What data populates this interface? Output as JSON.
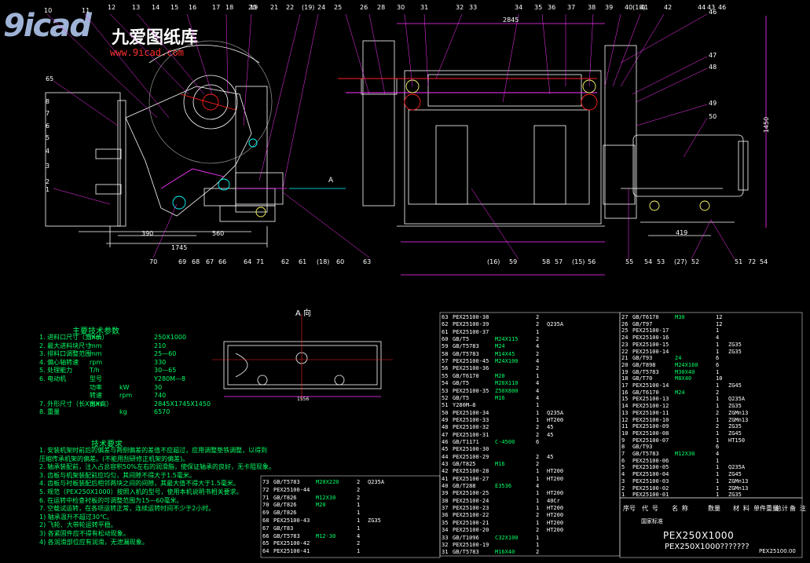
{
  "watermark": {
    "logo": "9icad",
    "site_cn": "九爱图纸库",
    "url": "www.9icad.com"
  },
  "callouts_top": [
    "10",
    "11",
    "12",
    "13",
    "14",
    "15",
    "16",
    "17",
    "18",
    "19",
    "20",
    "21",
    "22",
    "(19)",
    "24",
    "25",
    "26",
    "28",
    "30",
    "31",
    "32",
    "33",
    "34",
    "35",
    "36",
    "37",
    "38",
    "39",
    "40(18)",
    "41",
    "42",
    "43",
    "44",
    "46"
  ],
  "callouts_left": [
    "65",
    "8",
    "7",
    "6",
    "5",
    "4",
    "3",
    "2",
    "1"
  ],
  "callouts_bottom": [
    "70",
    "69",
    "68",
    "67",
    "66",
    "64",
    "71",
    "62",
    "61",
    "(18)",
    "60",
    "63",
    "(16)",
    "59",
    "58",
    "57",
    "(15)",
    "56",
    "55",
    "54",
    "53",
    "(27)",
    "52",
    "51",
    "72",
    "54"
  ],
  "callouts_right": [
    "46",
    "47",
    "48",
    "49",
    "50"
  ],
  "dims": {
    "d1": "390",
    "d2": "560",
    "d3": "1745",
    "d4": "2845",
    "d5": "1450",
    "d6": "419",
    "d7": "1556",
    "arrow_a": "A"
  },
  "spec": {
    "title": "主要技术参数",
    "rows": [
      [
        "1. 进料口尺寸（宽X长）",
        "mm",
        "",
        "250X1000"
      ],
      [
        "2. 最大进料块尺寸",
        "mm",
        "",
        "210"
      ],
      [
        "3. 排料口调整范围",
        "mm",
        "",
        "25—60"
      ],
      [
        "4. 偏心轴转速",
        "rpm",
        "",
        "330"
      ],
      [
        "5. 处理能力",
        "T/h",
        "",
        "30—65"
      ],
      [
        "6. 电动机",
        "型号",
        "",
        "Y280M—8"
      ],
      [
        "",
        "功率",
        "kW",
        "30"
      ],
      [
        "",
        "转速",
        "rpm",
        "740"
      ],
      [
        "7. 外形尺寸（长X宽X高）",
        "mm",
        "",
        "2845X1745X1450"
      ],
      [
        "8. 重量",
        "",
        "kg",
        "6570"
      ]
    ]
  },
  "tech": {
    "title": "技术要求",
    "lines": [
      "1. 安装机架时前后的偏差与两侧偏差的差值不应超过，应用调整垫铁调整，以得到",
      "   压缩传承机架的偏差。(不能用刮研修正机架的偏差)。",
      "2. 轴承装配前，注入占总容积50%左右的润滑脂，使保证轴承的良好，无卡阻现象。",
      "3. 齿板与机架装配前应均匀，其间隙不得大于1.5毫米。",
      "4. 齿板与衬板装配后相邻两块之间的间隙，其最大值不得大于1.5毫米。",
      "5. 规范（PEX250X1000）按照入机的型号，使用本机说明书相关要求。",
      "6. 在运转中检查衬板的可调整范围为15—60毫米。",
      "7. 空载试运转，在各项运转正常，连续运转时间不少于2小时。",
      "   1)  轴承温升不超过30℃。",
      "   2)  飞轮、大带轮运转平稳。",
      "   3)  各紧固件应不得有松动现象。",
      "   4)  各润滑部位应有润滑，无泄漏现象。"
    ]
  },
  "view_a": {
    "title": "A 向",
    "dim": "1556"
  },
  "bom": {
    "left": [
      [
        "73",
        "GB/T5783",
        "M20X220",
        "2",
        "Q235A"
      ],
      [
        "72",
        "PEX25100-44",
        "",
        "2",
        ""
      ],
      [
        "71",
        "GB/T826",
        "M12X30",
        "2",
        ""
      ],
      [
        "70",
        "GB/T826",
        "M20",
        "1",
        ""
      ],
      [
        "69",
        "GB/T826",
        "",
        "1",
        ""
      ],
      [
        "68",
        "PEX25100-43",
        "",
        "1",
        "ZG35"
      ],
      [
        "67",
        "GB/T83",
        "",
        "1",
        ""
      ],
      [
        "66",
        "GB/T5783",
        "M12-30",
        "4",
        ""
      ],
      [
        "65",
        "PEX25100-42",
        "",
        "2",
        ""
      ],
      [
        "64",
        "PEX25100-41",
        "",
        "1",
        ""
      ]
    ],
    "mid": [
      [
        "63",
        "PEX25100-38",
        "",
        "2",
        ""
      ],
      [
        "62",
        "PEX25100-39",
        "",
        "2",
        "Q235A"
      ],
      [
        "61",
        "PEX25100-37",
        "",
        "1",
        ""
      ],
      [
        "60",
        "GB/T5",
        "M24X115",
        "2",
        ""
      ],
      [
        "59",
        "GB/T5783",
        "M24",
        "4",
        ""
      ],
      [
        "58",
        "GB/T5783",
        "M14X45",
        "2",
        ""
      ],
      [
        "57",
        "PEX25100-45",
        "M24X100",
        "4",
        ""
      ],
      [
        "56",
        "PEX25100-36",
        "",
        "2",
        ""
      ],
      [
        "55",
        "GB/T6170",
        "M20",
        "1",
        ""
      ],
      [
        "54",
        "GB/T5",
        "M20X110",
        "4",
        ""
      ],
      [
        "53",
        "PEX25100-35",
        "Z50X800",
        "4",
        ""
      ],
      [
        "52",
        "GB/T5",
        "M16",
        "4",
        ""
      ],
      [
        "51",
        "Y280M—8",
        "",
        "1",
        ""
      ],
      [
        "50",
        "PEX25100-34",
        "",
        "1",
        "Q235A"
      ],
      [
        "49",
        "PEX25100-33",
        "",
        "1",
        "HT200"
      ],
      [
        "48",
        "PEX25100-32",
        "",
        "2",
        "45"
      ],
      [
        "47",
        "PEX25100-31",
        "",
        "2",
        "45"
      ],
      [
        "46",
        "GB/T1171",
        "C-4500",
        "6",
        ""
      ],
      [
        "45",
        "PEX25100-30",
        "",
        "",
        ""
      ],
      [
        "44",
        "PEX25100-29",
        "",
        "2",
        "45"
      ],
      [
        "43",
        "GB/T825",
        "M16",
        "2",
        ""
      ],
      [
        "42",
        "PEX25100-28",
        "",
        "1",
        "HT200"
      ],
      [
        "41",
        "PEX25100-27",
        "",
        "1",
        "HT200"
      ],
      [
        "40",
        "GB/T288",
        "E3536",
        "4",
        ""
      ],
      [
        "39",
        "PEX25100-25",
        "",
        "1",
        "HT200"
      ],
      [
        "38",
        "PEX25100-24",
        "",
        "1",
        "40Cr"
      ],
      [
        "37",
        "PEX25100-23",
        "",
        "1",
        "HT200"
      ],
      [
        "36",
        "PEX25100-22",
        "",
        "2",
        "HT200"
      ],
      [
        "35",
        "PEX25100-21",
        "",
        "1",
        "HT200"
      ],
      [
        "34",
        "PEX25100-20",
        "",
        "2",
        "HT200"
      ],
      [
        "33",
        "GB/T1096",
        "C32X100",
        "1",
        ""
      ],
      [
        "32",
        "PEX25100-19",
        "",
        "1",
        ""
      ],
      [
        "31",
        "GB/T5783",
        "M16X40",
        "2",
        ""
      ]
    ],
    "right": [
      [
        "27",
        "GB/T6170",
        "M30",
        "12",
        ""
      ],
      [
        "26",
        "GB/T97",
        "",
        "12",
        ""
      ],
      [
        "25",
        "PEX25100-17",
        "",
        "1",
        ""
      ],
      [
        "24",
        "PEX25100-16",
        "",
        "4",
        ""
      ],
      [
        "23",
        "PEX25100-15",
        "",
        "1",
        "ZG35"
      ],
      [
        "22",
        "PEX25100-14",
        "",
        "1",
        "ZG35"
      ],
      [
        "21",
        "GB/T93",
        "24",
        "6",
        ""
      ],
      [
        "20",
        "GB/T898",
        "M24X160",
        "6",
        ""
      ],
      [
        "19",
        "GB/T5783",
        "M30X40",
        "1",
        ""
      ],
      [
        "18",
        "GB/T70",
        "M8X40",
        "10",
        ""
      ],
      [
        "17",
        "PEX25100-14",
        "",
        "1",
        "ZG45"
      ],
      [
        "16",
        "GB/T6170",
        "M24",
        "2",
        ""
      ],
      [
        "15",
        "PEX25100-13",
        "",
        "1",
        "Q235A"
      ],
      [
        "14",
        "PEX25100-12",
        "",
        "1",
        "ZG35"
      ],
      [
        "13",
        "PEX25100-11",
        "",
        "2",
        "ZGMn13"
      ],
      [
        "12",
        "PEX25100-10",
        "",
        "1",
        "ZGMn13"
      ],
      [
        "11",
        "PEX25100-09",
        "",
        "2",
        "ZG35"
      ],
      [
        "10",
        "PEX25100-08",
        "",
        "1",
        "ZG45"
      ],
      [
        "9",
        "PEX25100-07",
        "",
        "1",
        "HT150"
      ],
      [
        "8",
        "GB/T93",
        "",
        "6",
        ""
      ],
      [
        "7",
        "GB/T5783",
        "M12X30",
        "4",
        ""
      ],
      [
        "6",
        "PEX25100-06",
        "",
        "1",
        ""
      ],
      [
        "5",
        "PEX25100-05",
        "",
        "1",
        "Q235A"
      ],
      [
        "4",
        "PEX25100-04",
        "",
        "1",
        "ZG45"
      ],
      [
        "3",
        "PEX25100-03",
        "",
        "1",
        "ZGMn13"
      ],
      [
        "2",
        "PEX25100-02",
        "",
        "1",
        "ZGMn13"
      ],
      [
        "1",
        "PEX25100-01",
        "",
        "1",
        "ZG35"
      ]
    ],
    "header": [
      "序号",
      "代 号",
      "名 称",
      "数量",
      "材 料",
      "单件重量",
      "总计",
      "备 注"
    ]
  },
  "title_block": {
    "name": "PEX250X1000",
    "subtitle": "PEX250X1000???????",
    "drawing_no": "PEX25100.00",
    "company": "国家标准"
  },
  "colors": {
    "bg": "#000000",
    "line": "#ffffff",
    "green": "#00ff66",
    "magenta": "#ff33ff",
    "cyan": "#00ffff",
    "red": "#ff2020",
    "yellow": "#ffff66"
  }
}
